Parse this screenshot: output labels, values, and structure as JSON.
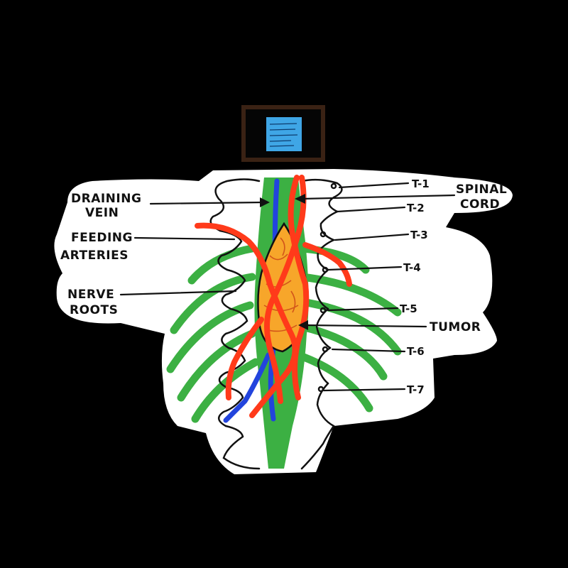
{
  "colors": {
    "background": "#000000",
    "sticker": "#ffffff",
    "nerve": "#3cb043",
    "artery": "#ff3a1a",
    "vein": "#2244dd",
    "tumor": "#f7a62a",
    "tumor_cells": "#d2551a",
    "ink": "#111111",
    "screen": "#3fa6e6",
    "frame": "#3a2214"
  },
  "labels": {
    "draining_vein": [
      "DRAINING",
      "VEIN"
    ],
    "feeding_arteries": [
      "FEEDING",
      "ARTERIES"
    ],
    "nerve_roots": [
      "NERVE",
      "ROOTS"
    ],
    "spinal_cord": [
      "SPINAL",
      "CORD"
    ],
    "tumor": "TUMOR",
    "vertebrae": [
      "T-1",
      "T-2",
      "T-3",
      "T-4",
      "T-5",
      "T-6",
      "T-7"
    ]
  },
  "icons": {
    "thumbnail": "framed-note-icon"
  }
}
